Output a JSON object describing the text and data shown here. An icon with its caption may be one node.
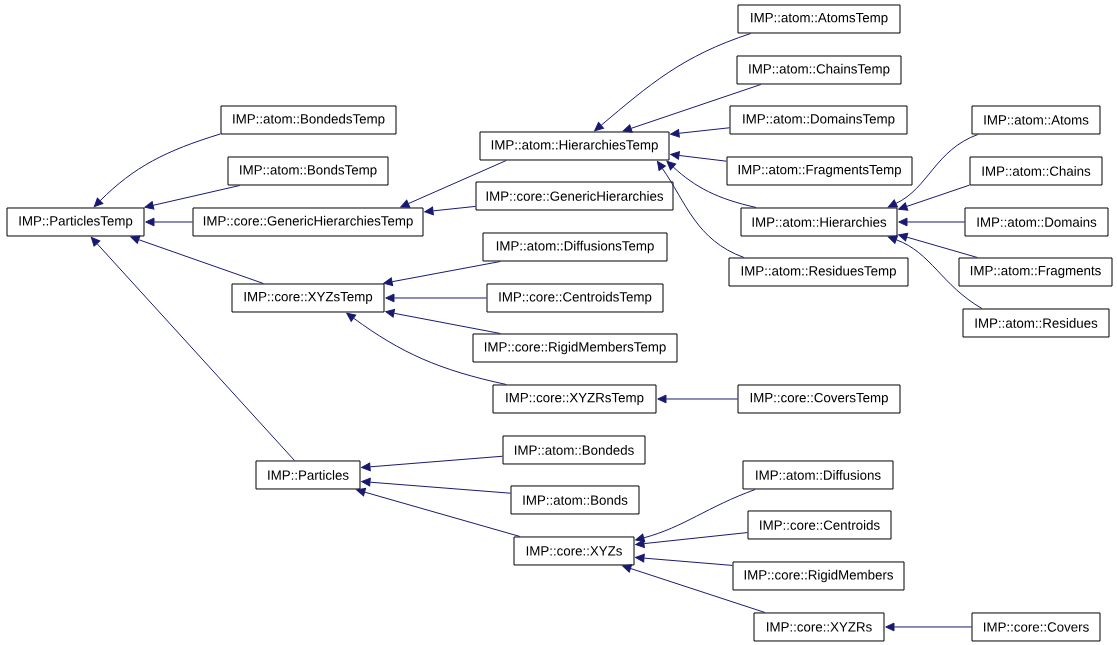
{
  "diagram": {
    "nodes": [
      {
        "text": [
          "IMP::ParticlesTemp"
        ]
      },
      {
        "text": [
          "IMP::atom::BondedsTemp"
        ]
      },
      {
        "text": [
          "IMP::atom::BondsTemp"
        ]
      },
      {
        "text": [
          "IMP::core::GenericHierarchiesTemp"
        ]
      },
      {
        "text": [
          "IMP::core::XYZsTemp"
        ]
      },
      {
        "text": [
          "IMP::Particles"
        ]
      },
      {
        "text": [
          "IMP::atom::HierarchiesTemp"
        ]
      },
      {
        "text": [
          "IMP::core::GenericHierarchies"
        ]
      },
      {
        "text": [
          "IMP::atom::DiffusionsTemp"
        ]
      },
      {
        "text": [
          "IMP::core::CentroidsTemp"
        ]
      },
      {
        "text": [
          "IMP::core::RigidMembersTemp"
        ]
      },
      {
        "text": [
          "IMP::core::XYZRsTemp"
        ]
      },
      {
        "text": [
          "IMP::atom::Bondeds"
        ]
      },
      {
        "text": [
          "IMP::atom::Bonds"
        ]
      },
      {
        "text": [
          "IMP::core::XYZs"
        ]
      },
      {
        "text": [
          "IMP::atom::AtomsTemp"
        ]
      },
      {
        "text": [
          "IMP::atom::ChainsTemp"
        ]
      },
      {
        "text": [
          "IMP::atom::DomainsTemp"
        ]
      },
      {
        "text": [
          "IMP::atom::FragmentsTemp"
        ]
      },
      {
        "text": [
          "IMP::atom::Hierarchies"
        ]
      },
      {
        "text": [
          "IMP::atom::ResiduesTemp"
        ]
      },
      {
        "text": [
          "IMP::core::CoversTemp"
        ]
      },
      {
        "text": [
          "IMP::atom::Diffusions"
        ]
      },
      {
        "text": [
          "IMP::core::Centroids"
        ]
      },
      {
        "text": [
          "IMP::core::RigidMembers"
        ]
      },
      {
        "text": [
          "IMP::core::XYZRs"
        ]
      },
      {
        "text": [
          "IMP::atom::Atoms"
        ]
      },
      {
        "text": [
          "IMP::atom::Chains"
        ]
      },
      {
        "text": [
          "IMP::atom::Domains"
        ]
      },
      {
        "text": [
          "IMP::atom::Fragments"
        ]
      },
      {
        "text": [
          "IMP::atom::Residues"
        ]
      },
      {
        "text": [
          "IMP::core::Covers"
        ]
      }
    ],
    "edges": [
      {
        "from": 1,
        "to": 0,
        "arrow": "to"
      },
      {
        "from": 2,
        "to": 0,
        "arrow": "to"
      },
      {
        "from": 3,
        "to": 0,
        "arrow": "to"
      },
      {
        "from": 4,
        "to": 0,
        "arrow": "to"
      },
      {
        "from": 5,
        "to": 0,
        "arrow": "to"
      },
      {
        "from": 6,
        "to": 3,
        "arrow": "to"
      },
      {
        "from": 7,
        "to": 3,
        "arrow": "to"
      },
      {
        "from": 8,
        "to": 4,
        "arrow": "to"
      },
      {
        "from": 9,
        "to": 4,
        "arrow": "to"
      },
      {
        "from": 10,
        "to": 4,
        "arrow": "to"
      },
      {
        "from": 11,
        "to": 4,
        "arrow": "to"
      },
      {
        "from": 12,
        "to": 5,
        "arrow": "to"
      },
      {
        "from": 13,
        "to": 5,
        "arrow": "to"
      },
      {
        "from": 14,
        "to": 5,
        "arrow": "to"
      },
      {
        "from": 15,
        "to": 6,
        "arrow": "to"
      },
      {
        "from": 16,
        "to": 6,
        "arrow": "to"
      },
      {
        "from": 17,
        "to": 6,
        "arrow": "to"
      },
      {
        "from": 18,
        "to": 6,
        "arrow": "to"
      },
      {
        "from": 19,
        "to": 6,
        "arrow": "to"
      },
      {
        "from": 20,
        "to": 6,
        "arrow": "to"
      },
      {
        "from": 26,
        "to": 19,
        "arrow": "to"
      },
      {
        "from": 27,
        "to": 19,
        "arrow": "to"
      },
      {
        "from": 28,
        "to": 19,
        "arrow": "to"
      },
      {
        "from": 29,
        "to": 19,
        "arrow": "to"
      },
      {
        "from": 30,
        "to": 19,
        "arrow": "to"
      },
      {
        "from": 21,
        "to": 11,
        "arrow": "to"
      },
      {
        "from": 22,
        "to": 14,
        "arrow": "to"
      },
      {
        "from": 23,
        "to": 14,
        "arrow": "to"
      },
      {
        "from": 24,
        "to": 14,
        "arrow": "to"
      },
      {
        "from": 25,
        "to": 14,
        "arrow": "to"
      },
      {
        "from": 31,
        "to": 25,
        "arrow": "to"
      }
    ]
  }
}
